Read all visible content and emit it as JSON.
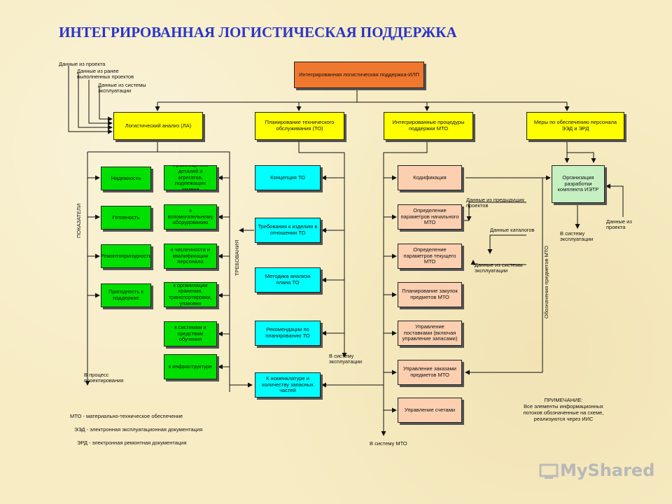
{
  "title": "ИНТЕГРИРОВАННАЯ ЛОГИСТИЧЕСКАЯ ПОДДЕРЖКА",
  "top_box": "Интегрированная логистическая поддержка-ИЛП",
  "inputs": [
    "Данные из проекта",
    "Данные из ранее выполненных проектов",
    "Данные из системы эксплуатации"
  ],
  "level1": [
    "Логистический анализ (ЛА)",
    "Планирование технического обслуживания (ТО)",
    "Интегрированные процедуры поддержки МТО",
    "Меры по обеспечению персонала ЭЭД и ЭРД"
  ],
  "indicators": [
    "Надежность",
    "Готовность",
    "Ремонтопригодность",
    "Пригодность к поддержке"
  ],
  "requirements": [
    "к размещению деталей и агрегатов, подлежащих замене",
    "к вспомогательному оборудованию",
    "к численности и квалификации персонала",
    "к организации хранения, транспортировки, упаковки",
    "к системам и средствам обучения",
    "к инфраструктуре"
  ],
  "to_boxes": [
    "Концепция ТО",
    "Требования к изделию в отношении ТО",
    "Методика анализа плана ТО",
    "Рекомендации по планированию ТО",
    "К номенклатуре и количеству запасных частей"
  ],
  "mto_boxes": [
    "Кодификация",
    "Определение параметров начального МТО",
    "Определение параметров текущего МТО",
    "Планирование закупок предметов МТО",
    "Управление поставками (включая управление запасами)",
    "Управление заказами предметов МТО",
    "Управление счетами"
  ],
  "org_box": "Организация разработки комплекта ИЭТР",
  "side_labels": {
    "indicators": "ПОКАЗАТЕЛИ",
    "requirements": "ТРЕБОВАНИЯ",
    "mto_designation": "Обозначения предметов МТО"
  },
  "labels": {
    "prev_projects": "Данные из предыдущих проектов",
    "catalogs": "Данные каталогов",
    "operation_data": "Данные из системы эксплуатации",
    "to_operation_1": "В систему эксплуатации",
    "to_operation_2": "В систему эксплуатации",
    "project_data": "Данные из проекта",
    "design_process": "В процесс проектирования",
    "to_mto": "В систему МТО"
  },
  "note": {
    "header": "ПРИМЕЧАНИЕ:",
    "text": "Все элементы информационных потоков обозначенные на схеме, реализуются через ИИС"
  },
  "legend": [
    "МТО - материально-техническое обеспечение",
    "ЭЭД - электронная эксплуатационная документация",
    "ЭРД - электронная ремонтная документация"
  ],
  "watermark": "MyShared"
}
